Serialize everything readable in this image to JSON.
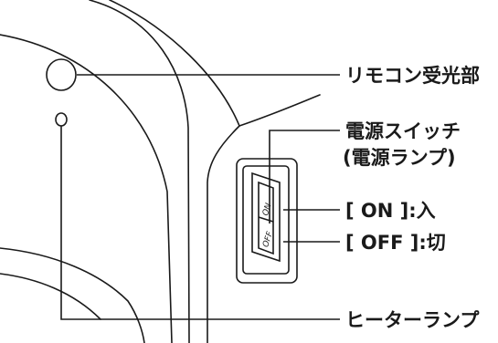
{
  "labels": {
    "remote_receiver": "リモコン受光部",
    "power_switch": "電源スイッチ",
    "power_lamp": "(電源ランプ)",
    "on_position": "[ ON ]:入",
    "off_position": "[ OFF ]:切",
    "heater_lamp": "ヒーターランプ"
  },
  "switch": {
    "on_mark": "ON",
    "off_mark": "OFF"
  },
  "colors": {
    "line": "#1a1a1a",
    "text": "#1a1a1a",
    "background": "#ffffff"
  }
}
